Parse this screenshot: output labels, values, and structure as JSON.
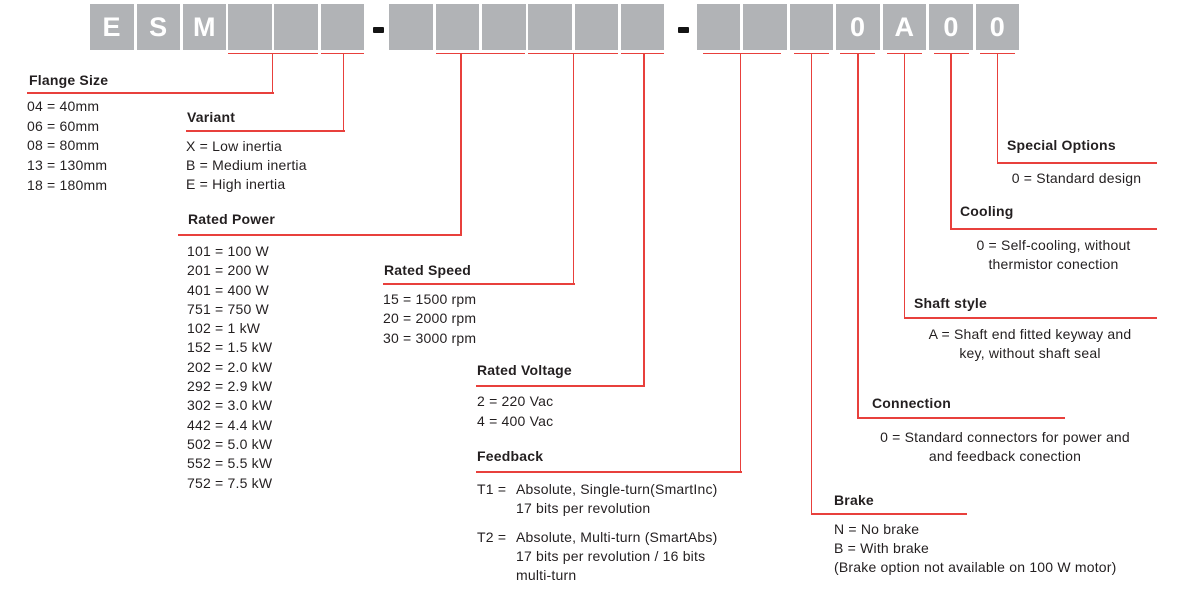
{
  "code": {
    "boxes": [
      "E",
      "S",
      "M",
      "",
      "",
      "",
      "-",
      "",
      "",
      "",
      "",
      "",
      "",
      "-",
      "",
      "",
      "",
      "0",
      "A",
      "0",
      "0"
    ]
  },
  "sections": {
    "flange_size": {
      "title": "Flange Size",
      "items": [
        "04 = 40mm",
        "06 = 60mm",
        "08 = 80mm",
        "13 = 130mm",
        "18 = 180mm"
      ]
    },
    "variant": {
      "title": "Variant",
      "items": [
        "X = Low inertia",
        "B = Medium inertia",
        "E = High inertia"
      ]
    },
    "rated_power": {
      "title": "Rated Power",
      "items": [
        "101 = 100 W",
        "201 = 200 W",
        "401 = 400 W",
        "751 = 750 W",
        "102 = 1 kW",
        "152 = 1.5 kW",
        "202 = 2.0 kW",
        "292 = 2.9 kW",
        "302 = 3.0 kW",
        "442 = 4.4 kW",
        "502 = 5.0 kW",
        "552 = 5.5 kW",
        "752 = 7.5 kW"
      ]
    },
    "rated_speed": {
      "title": "Rated Speed",
      "items": [
        "15 = 1500 rpm",
        "20 = 2000 rpm",
        "30 = 3000 rpm"
      ]
    },
    "rated_voltage": {
      "title": "Rated Voltage",
      "items": [
        "2 = 220 Vac",
        "4 = 400 Vac"
      ]
    },
    "feedback": {
      "title": "Feedback",
      "entries": [
        {
          "code": "T1 =",
          "lines": [
            "Absolute, Single-turn(SmartInc)",
            "17 bits per revolution"
          ]
        },
        {
          "code": "T2 =",
          "lines": [
            "Absolute, Multi-turn (SmartAbs)",
            "17 bits per revolution / 16 bits",
            "multi-turn"
          ]
        }
      ]
    },
    "brake": {
      "title": "Brake",
      "items": [
        "N = No brake",
        "B = With brake",
        "(Brake option not available on 100 W motor)"
      ]
    },
    "connection": {
      "title": "Connection",
      "lines": [
        "0 = Standard connectors for power and",
        "and feedback conection"
      ]
    },
    "shaft_style": {
      "title": "Shaft style",
      "lines": [
        "A = Shaft end fitted keyway and",
        "key, without shaft seal"
      ]
    },
    "cooling": {
      "title": "Cooling",
      "lines": [
        "0 = Self-cooling, without",
        "thermistor conection"
      ]
    },
    "special_options": {
      "title": "Special Options",
      "lines": [
        "0 = Standard design"
      ]
    }
  },
  "colors": {
    "box_fill": "#b1b3b6",
    "box_text": "#ffffff",
    "line_red": "#e8403c",
    "dash": "#141414",
    "text": "#231f20"
  }
}
